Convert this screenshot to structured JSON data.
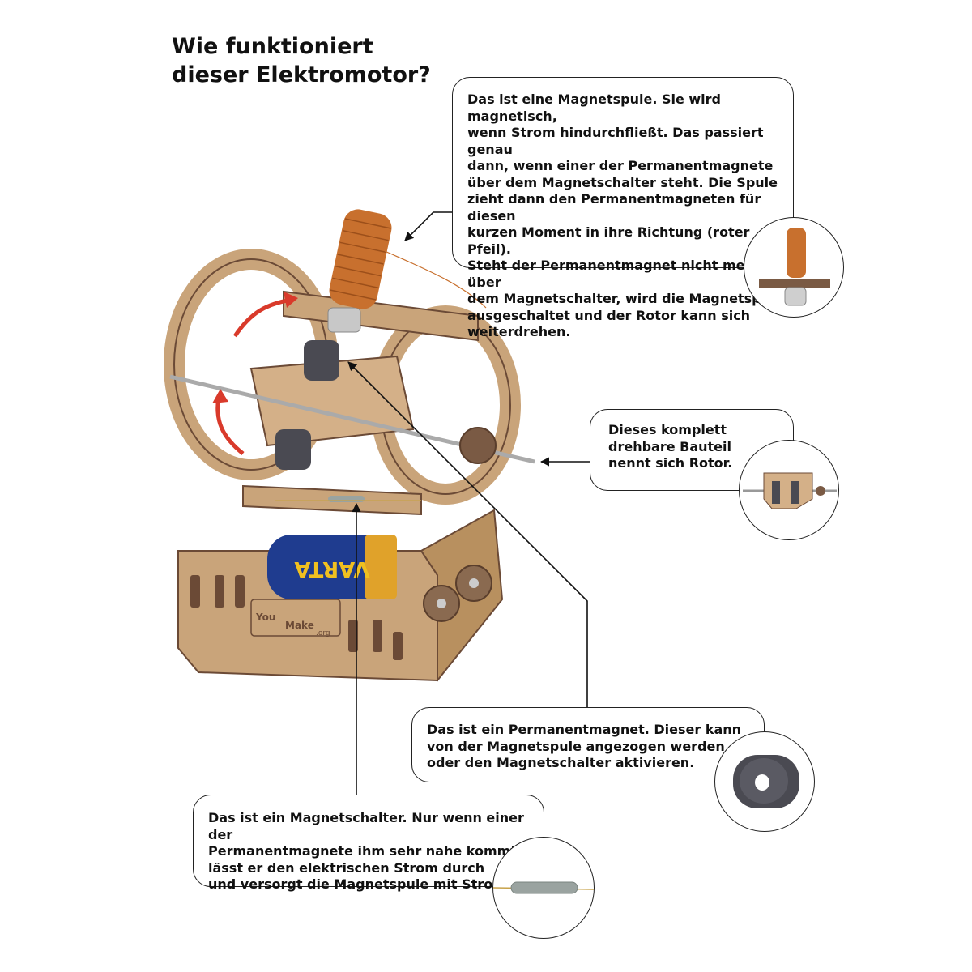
{
  "title": {
    "line1": "Wie funktioniert",
    "line2": "dieser Elektromotor?"
  },
  "callouts": {
    "coil": "Das ist eine Magnetspule. Sie wird magnetisch,\nwenn Strom hindurchfließt. Das passiert genau\ndann, wenn einer der Permanentmagnete\nüber dem Magnetschalter steht. Die Spule\nzieht dann den Permanentmagneten für diesen\nkurzen Moment in ihre Richtung (roter Pfeil).\nSteht der Permanentmagnet nicht mehr über\ndem Magnetschalter, wird die Magnetspule\nausgeschaltet und der Rotor kann sich\nweiterdrehen.",
    "rotor": "Dieses komplett\ndrehbare Bauteil\nnennt sich Rotor.",
    "magnet": "Das ist ein Permanentmagnet. Dieser kann\nvon der Magnetspule angezogen werden\noder den Magnetschalter aktivieren.",
    "switch": "Das ist ein Magnetschalter. Nur wenn einer der\nPermanentmagnete ihm sehr nahe kommt,\nlässt er den elektrischen Strom durch\nund versorgt die Magnetspule mit Strom."
  },
  "photo_labels": {
    "battery_brand": "VARTA",
    "logo_you": "You",
    "logo_make": "Make",
    "logo_org": ".org"
  },
  "colors": {
    "wood": "#c9a47a",
    "wood_dark": "#6b4a36",
    "copper": "#c8702e",
    "arrow_red": "#d93a2b",
    "battery_blue": "#1f3c8f",
    "ferrite": "#4a4a52"
  }
}
